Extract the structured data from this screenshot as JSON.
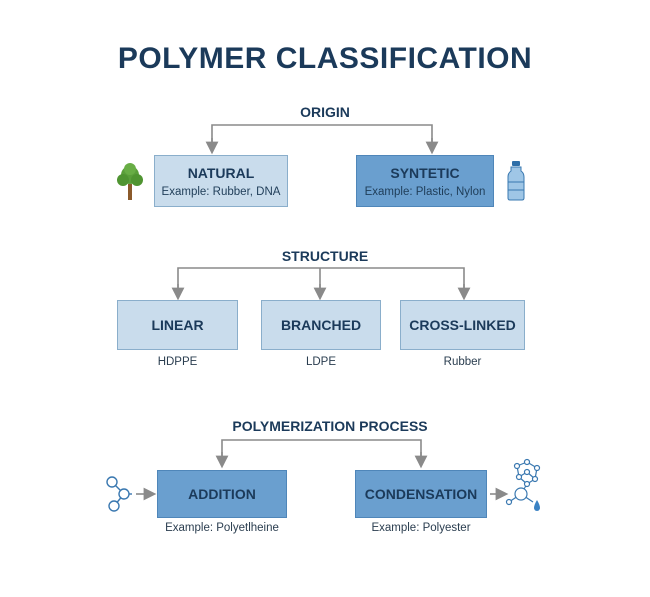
{
  "title": "POLYMER CLASSIFICATION",
  "origin": {
    "heading": "ORIGIN",
    "natural": {
      "title": "NATURAL",
      "example": "Example: Rubber, DNA",
      "icon": "tree-icon"
    },
    "synthetic": {
      "title": "SYNTETIC",
      "example": "Example: Plastic, Nylon",
      "icon": "bottle-icon"
    }
  },
  "structure": {
    "heading": "STRUCTURE",
    "linear": {
      "title": "LINEAR",
      "example": "HDPPE"
    },
    "branched": {
      "title": "BRANCHED",
      "example": "LDPE"
    },
    "crosslinked": {
      "title": "CROSS-LINKED",
      "example": "Rubber"
    }
  },
  "process": {
    "heading": "POLYMERIZATION PROCESS",
    "addition": {
      "title": "ADDITION",
      "example": "Example: Polyetlheine",
      "icon": "monomer-chain-icon"
    },
    "condensation": {
      "title": "CONDENSATION",
      "example": "Example: Polyester",
      "icon": "polymer-network-icon"
    }
  },
  "colors": {
    "dark_text": "#1b3a5a",
    "light_box": "#c9dcec",
    "mid_box": "#6a9fcf",
    "connector": "#888888",
    "tree": "#5a9e3a"
  }
}
